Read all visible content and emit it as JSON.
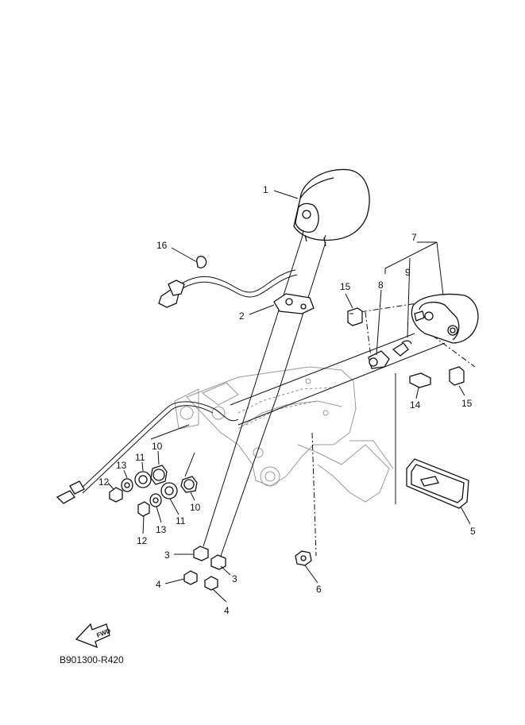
{
  "drawing_code": "B901300-R420",
  "direction_label": "FWD",
  "callouts": [
    {
      "id": "c1",
      "text": "1"
    },
    {
      "id": "c2",
      "text": "2"
    },
    {
      "id": "c3a",
      "text": "3"
    },
    {
      "id": "c3b",
      "text": "3"
    },
    {
      "id": "c4a",
      "text": "4"
    },
    {
      "id": "c4b",
      "text": "4"
    },
    {
      "id": "c5",
      "text": "5"
    },
    {
      "id": "c6",
      "text": "6"
    },
    {
      "id": "c7",
      "text": "7"
    },
    {
      "id": "c8",
      "text": "8"
    },
    {
      "id": "c9",
      "text": "9"
    },
    {
      "id": "c10a",
      "text": "10"
    },
    {
      "id": "c10b",
      "text": "10"
    },
    {
      "id": "c11a",
      "text": "11"
    },
    {
      "id": "c11b",
      "text": "11"
    },
    {
      "id": "c12a",
      "text": "12"
    },
    {
      "id": "c12b",
      "text": "12"
    },
    {
      "id": "c13a",
      "text": "13"
    },
    {
      "id": "c13b",
      "text": "13"
    },
    {
      "id": "c14",
      "text": "14"
    },
    {
      "id": "c15a",
      "text": "15"
    },
    {
      "id": "c15b",
      "text": "15"
    },
    {
      "id": "c16",
      "text": "16"
    }
  ]
}
